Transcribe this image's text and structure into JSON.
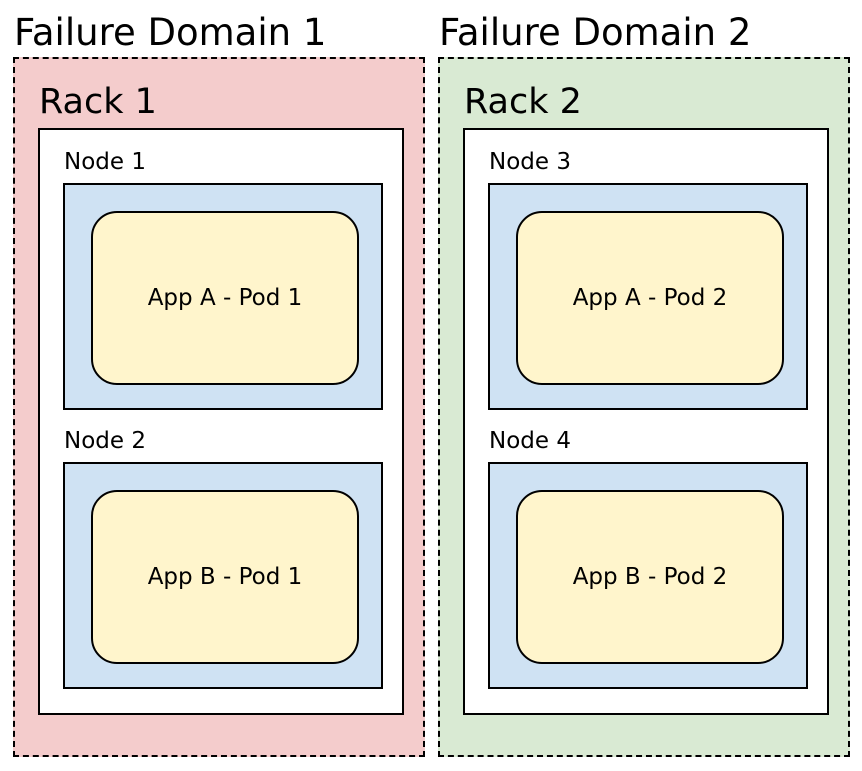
{
  "failure_domains": [
    {
      "title": "Failure Domain 1",
      "rack": {
        "title": "Rack 1",
        "nodes": [
          {
            "label": "Node 1",
            "pod": "App A - Pod 1"
          },
          {
            "label": "Node 2",
            "pod": "App B - Pod 1"
          }
        ]
      },
      "color": "#f4cccc"
    },
    {
      "title": "Failure Domain 2",
      "rack": {
        "title": "Rack 2",
        "nodes": [
          {
            "label": "Node 3",
            "pod": "App A - Pod 2"
          },
          {
            "label": "Node 4",
            "pod": "App B - Pod 2"
          }
        ]
      },
      "color": "#d9ead3"
    }
  ],
  "colors": {
    "node_fill": "#cfe2f3",
    "pod_fill": "#fff5cc",
    "rack_fill": "#ffffff"
  }
}
